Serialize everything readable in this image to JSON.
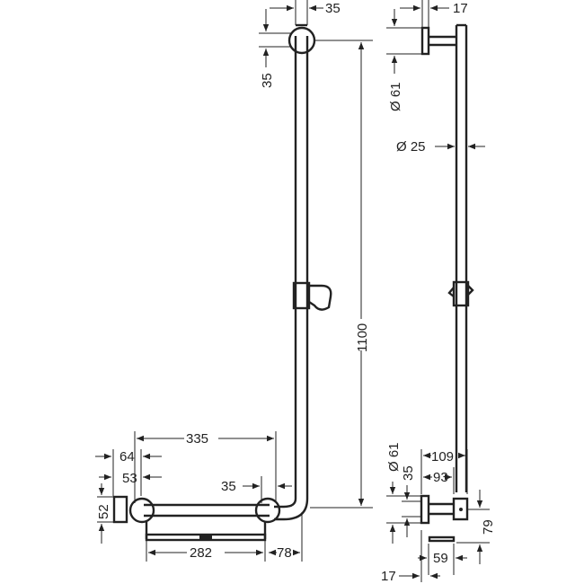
{
  "drawing": {
    "front_view": {
      "top_rail_width": "35",
      "top_rose_offset": "35",
      "height": "1100",
      "horizontal_length": "335",
      "wall_rose_width": "64",
      "wall_rose_inner": "53",
      "wall_rose_height": "52",
      "lower_rose_offset": "35",
      "shelf_length": "282",
      "corner_offset": "78"
    },
    "side_view": {
      "top_rose_depth": "17",
      "top_rose_diameter": "Ø 61",
      "rail_diameter": "Ø 25",
      "bottom_depth_total": "109",
      "bottom_depth_inner": "93",
      "bottom_rose_diameter": "Ø 61",
      "bottom_rose_offset": "35",
      "bottom_height": "79",
      "shelf_depth": "59",
      "bottom_rose_depth": "17"
    }
  }
}
